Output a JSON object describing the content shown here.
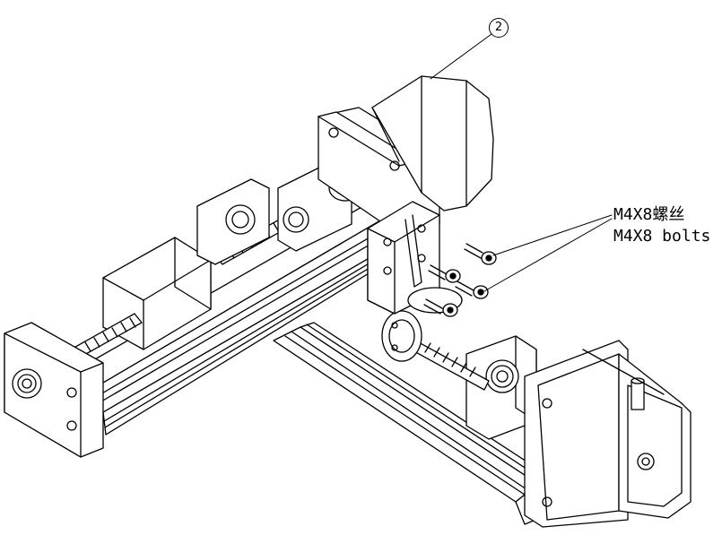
{
  "callout": {
    "number": "2"
  },
  "bolt_label": {
    "line_cn": "M4X8螺丝",
    "line_en": "M4X8 bolts"
  },
  "colors": {
    "line": "#000000",
    "background": "#ffffff",
    "shade": "#cfcfcf"
  }
}
